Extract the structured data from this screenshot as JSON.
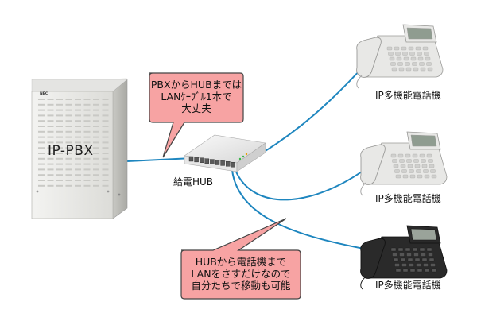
{
  "pbx": {
    "label": "IP-PBX",
    "brand": "NEC"
  },
  "hub": {
    "label": "給電HUB"
  },
  "phones": [
    {
      "label": "IP多機能電話機",
      "color": "#e8e8e6"
    },
    {
      "label": "IP多機能電話機",
      "color": "#e8e8e6"
    },
    {
      "label": "IP多機能電話機",
      "color": "#2a2a2a"
    }
  ],
  "callouts": {
    "top": {
      "lines": [
        "PBXからHUBまでは",
        "LANｹｰﾌﾞﾙ1本で",
        "大丈夫"
      ]
    },
    "bottom": {
      "lines": [
        "HUBから電話機まで",
        "LANをさすだけなので",
        "自分たちで移動も可能"
      ]
    }
  },
  "colors": {
    "cable": "#1e86bf",
    "callout_fill": "#f7a3a3",
    "callout_stroke": "#444444"
  }
}
